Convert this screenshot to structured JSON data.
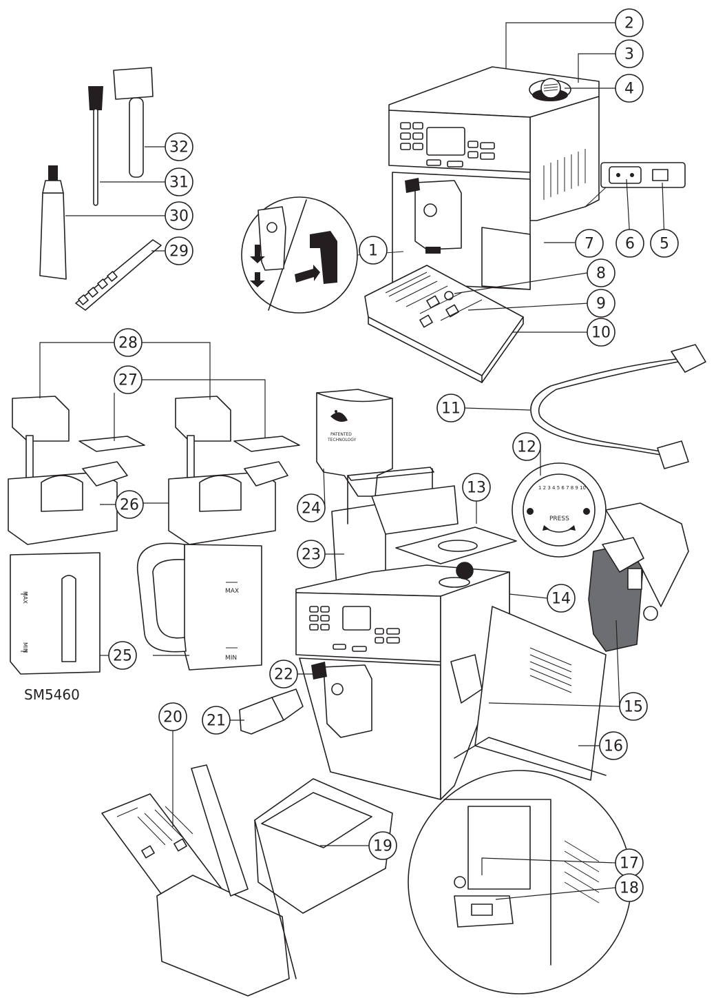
{
  "model_label": "SM5460",
  "callouts": [
    "1",
    "2",
    "3",
    "4",
    "5",
    "6",
    "7",
    "8",
    "9",
    "10",
    "11",
    "12",
    "13",
    "14",
    "15",
    "16",
    "17",
    "18",
    "19",
    "20",
    "21",
    "22",
    "23",
    "24",
    "25",
    "26",
    "27",
    "28",
    "29",
    "30",
    "31",
    "32"
  ],
  "filter_text": {
    "line1": "PATENTED",
    "line2": "TECHNOLOGY"
  },
  "tank_text": {
    "max": "MAX",
    "min": "MIN"
  },
  "knob_text": {
    "press": "PRESS",
    "scale": "1 2 3 4 5 6 7 8 9 10"
  }
}
